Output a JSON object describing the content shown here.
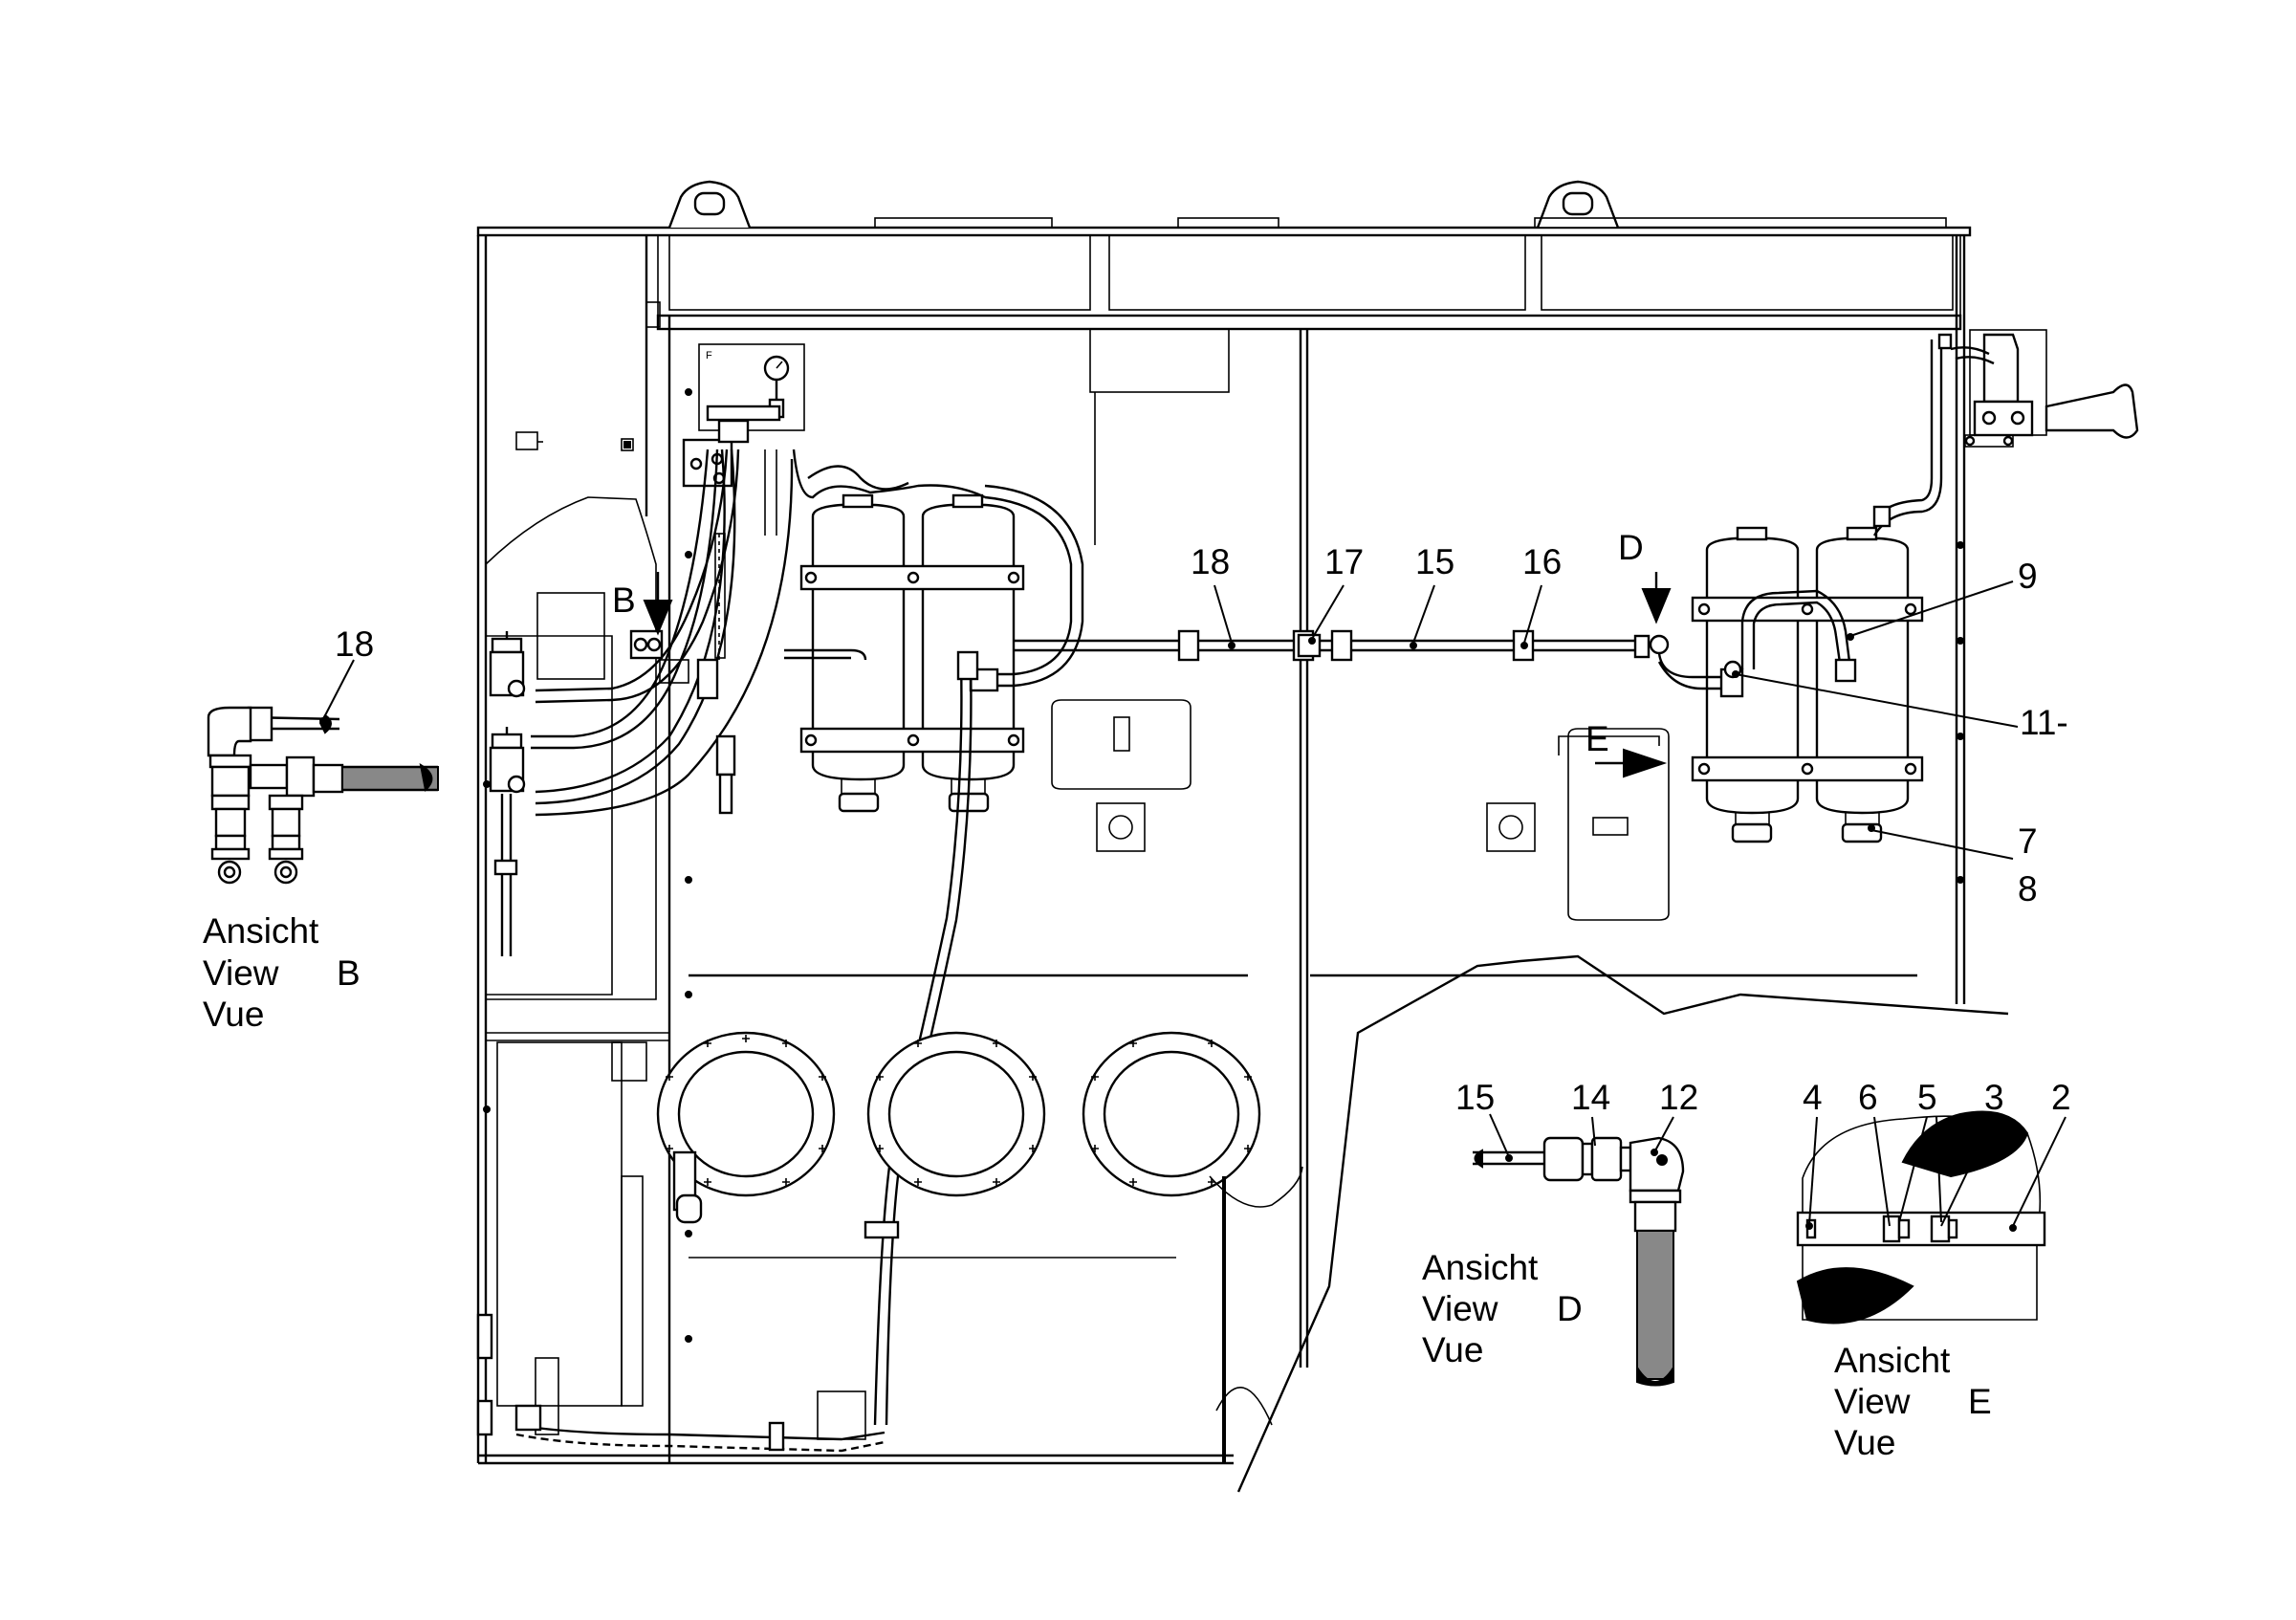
{
  "callouts": {
    "c18a": "18",
    "c18b": "18",
    "c17": "17",
    "c15a": "15",
    "c16": "16",
    "cD": "D",
    "cB": "B",
    "cE": "E",
    "c9": "9",
    "c11": "11-",
    "c7": "7",
    "c8": "8",
    "c15b": "15",
    "c14": "14",
    "c12": "12",
    "c4": "4",
    "c6": "6",
    "c5": "5",
    "c3": "3",
    "c2": "2"
  },
  "view_b": {
    "l1": "Ansicht",
    "l2": "View",
    "letter": "B",
    "l3": "Vue"
  },
  "view_d": {
    "l1": "Ansicht",
    "l2": "View",
    "letter": "D",
    "l3": "Vue"
  },
  "view_e": {
    "l1": "Ansicht",
    "l2": "View",
    "letter": "E",
    "l3": "Vue"
  },
  "gauge_label": "F"
}
